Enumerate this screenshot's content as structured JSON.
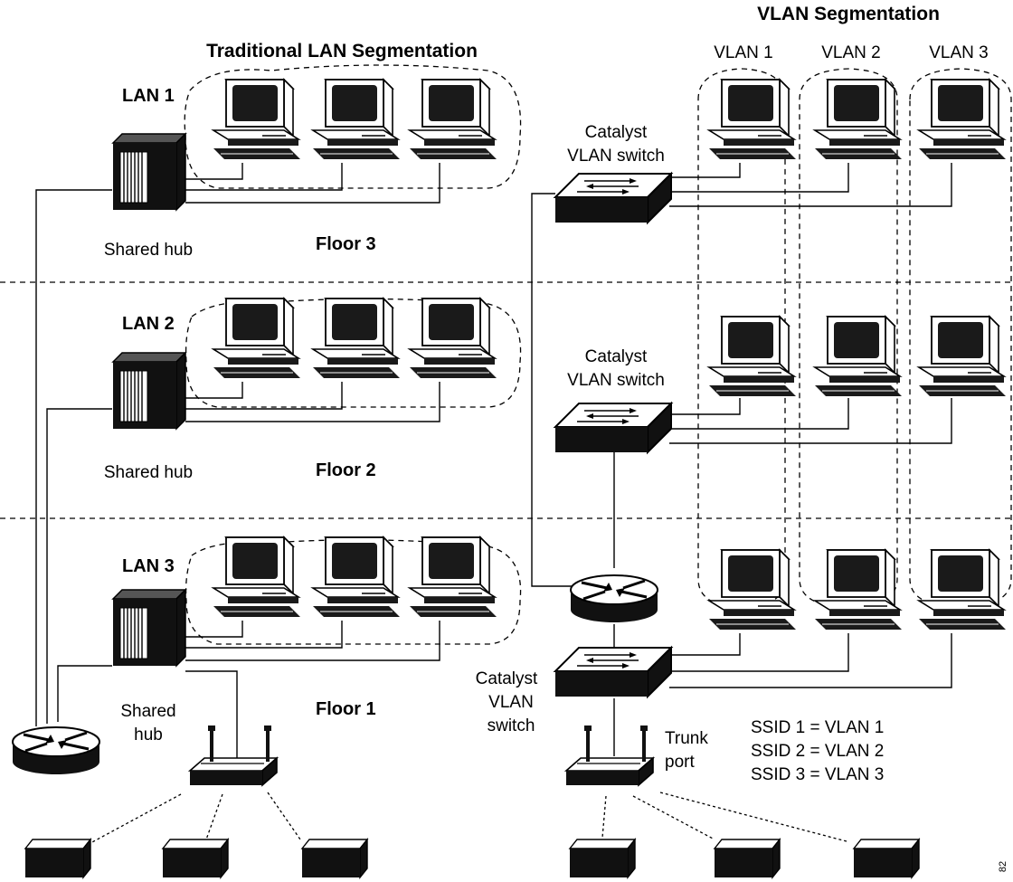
{
  "titles": {
    "traditional": "Traditional LAN Segmentation",
    "vlan": "VLAN Segmentation"
  },
  "lans": [
    "LAN 1",
    "LAN 2",
    "LAN 3"
  ],
  "floors": [
    "Floor 3",
    "Floor 2",
    "Floor 1"
  ],
  "shared_hub": "Shared hub",
  "shared_hub_lines": [
    "Shared",
    "hub"
  ],
  "vlans": [
    "VLAN 1",
    "VLAN 2",
    "VLAN 3"
  ],
  "catalyst_switch_lines": [
    "Catalyst",
    "VLAN switch"
  ],
  "catalyst_switch_lines_bottom": [
    "Catalyst",
    "VLAN",
    "switch"
  ],
  "trunk_port_lines": [
    "Trunk",
    "port"
  ],
  "ssid_mapping": [
    "SSID 1 = VLAN 1",
    "SSID 2 = VLAN 2",
    "SSID 3 = VLAN 3"
  ],
  "figure_id": "82"
}
